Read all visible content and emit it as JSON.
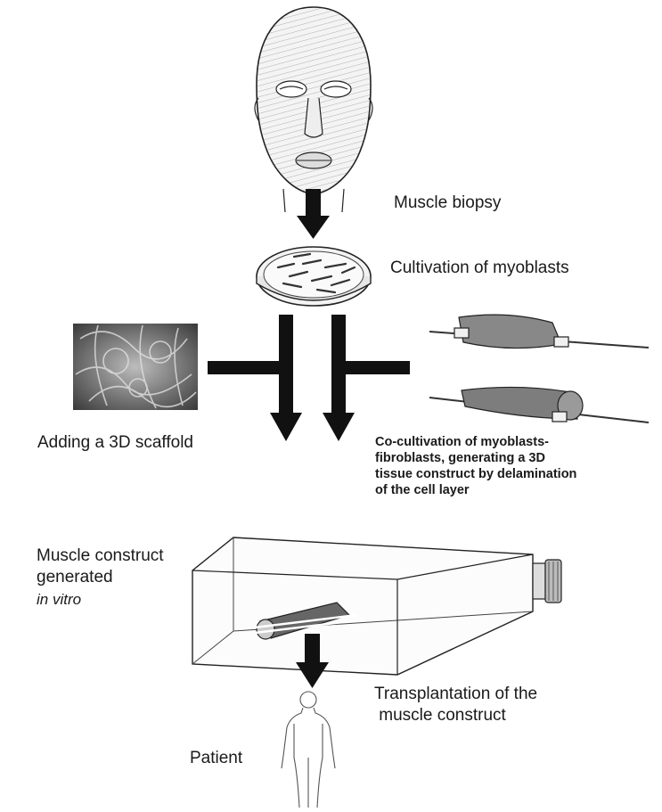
{
  "labels": {
    "biopsy": "Muscle biopsy",
    "cultivation": "Cultivation of myoblasts",
    "scaffold": "Adding a 3D scaffold",
    "cocultivation": [
      "Co-cultivation of myoblasts-",
      "fibroblasts, generating a 3D",
      "tissue construct by delamination",
      "of the cell layer"
    ],
    "construct": [
      "Muscle construct",
      "generated"
    ],
    "construct_italic": "in vitro",
    "transplant": [
      "Transplantation of the",
      " muscle construct"
    ],
    "patient": "Patient"
  },
  "icons": {
    "face": "face-muscle-anatomy-icon",
    "dish": "petri-dish-icon",
    "scaffold": "scaffold-micrograph-icon",
    "sheet": "cell-sheet-icon",
    "flask": "culture-flask-icon",
    "body": "human-body-icon"
  }
}
